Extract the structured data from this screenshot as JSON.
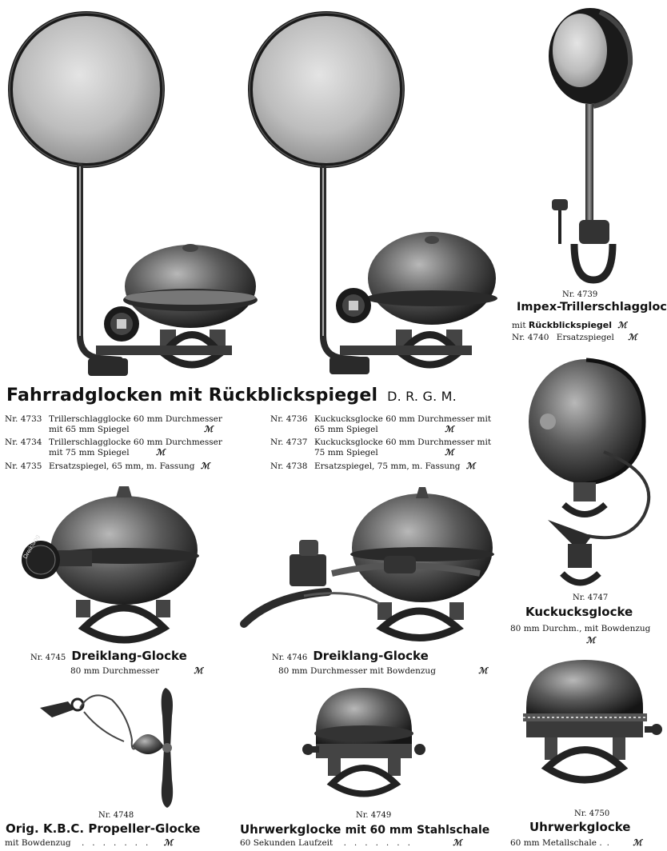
{
  "main_title": "Fahrradglocken mit Rückblickspiegel",
  "main_title_mark": "D. R. G. M.",
  "rows_left": [
    {
      "nr": "Nr. 4733",
      "line1": "Trillerschlagglocke 60 mm Durchmesser",
      "line2": "mit 65 mm Spiegel",
      "price": "ℳ"
    },
    {
      "nr": "Nr. 4734",
      "line1": "Trillerschlagglocke 60 mm Durchmesser",
      "line2": "mit 75 mm Spiegel",
      "price": "ℳ"
    },
    {
      "nr": "Nr. 4735",
      "line1": "Ersatzspiegel, 65 mm, m. Fassung",
      "line2": "",
      "price": "ℳ"
    }
  ],
  "rows_right": [
    {
      "nr": "Nr. 4736",
      "line1": "Kuckucksglocke 60 mm Durchmesser mit",
      "line2": "65 mm Spiegel",
      "price": "ℳ"
    },
    {
      "nr": "Nr. 4737",
      "line1": "Kuckucksglocke 60 mm Durchmesser mit",
      "line2": "75 mm Spiegel",
      "price": "ℳ"
    },
    {
      "nr": "Nr. 4738",
      "line1": "Ersatzspiegel, 75 mm, m. Fassung",
      "line2": "",
      "price": "ℳ"
    }
  ],
  "impex": {
    "nr": "Nr. 4739",
    "title": "Impex-Trillerschlagglocke",
    "line1_pre": "mit",
    "line1_bold": "Rückblickspiegel",
    "line1_price": "ℳ",
    "nr2": "Nr. 4740",
    "line2": "Ersatzspiegel",
    "line2_price": "ℳ"
  },
  "kuckuck": {
    "nr": "Nr. 4747",
    "title": "Kuckucksglocke",
    "desc": "80 mm Durchm., mit Bowdenzug",
    "price": "ℳ"
  },
  "dreiklang1": {
    "nr": "Nr. 4745",
    "title": "Dreiklang-Glocke",
    "desc": "80 mm Durchmesser",
    "price": "ℳ",
    "badge": "Dreiklang"
  },
  "dreiklang2": {
    "nr": "Nr. 4746",
    "title": "Dreiklang-Glocke",
    "desc": "80 mm Durchmesser mit Bowdenzug",
    "price": "ℳ"
  },
  "propeller": {
    "nr": "Nr. 4748",
    "title": "Orig. K.B.C. Propeller-Glocke",
    "desc": "mit Bowdenzug",
    "price": "ℳ"
  },
  "uhrwerk1": {
    "nr": "Nr. 4749",
    "title_bold": "Uhrwerkglocke",
    "title_rest": "mit 60 mm Stahlschale",
    "desc": "60 Sekunden Laufzeit",
    "price": "ℳ"
  },
  "uhrwerk2": {
    "nr": "Nr. 4750",
    "title": "Uhrwerkglocke",
    "desc": "60 mm Metallschale",
    "price": "ℳ"
  }
}
